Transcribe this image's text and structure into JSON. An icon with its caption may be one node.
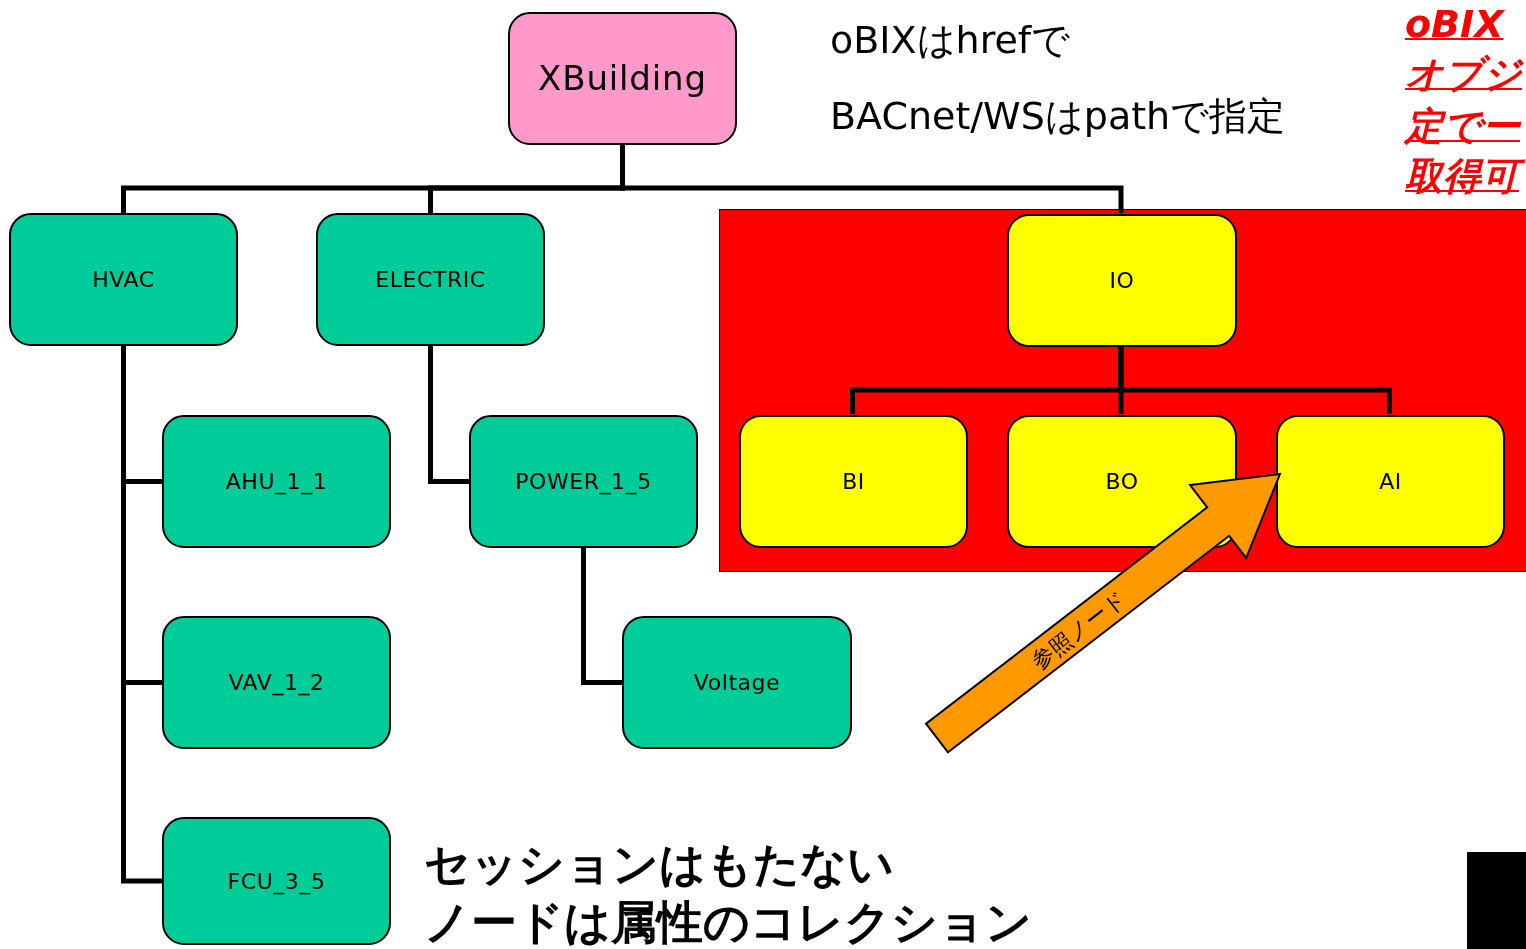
{
  "diagram": {
    "nodes": [
      {
        "text": [
          "XBuilding"
        ]
      },
      {
        "text": [
          "HVAC"
        ]
      },
      {
        "text": [
          "ELECTRIC"
        ]
      },
      {
        "text": [],
        "shape": "box"
      },
      {
        "text": [
          "IO"
        ],
        "in": 3
      },
      {
        "text": [
          "AHU_1_1"
        ]
      },
      {
        "text": [
          "POWER_1_5"
        ]
      },
      {
        "text": [
          "BI"
        ],
        "in": 3
      },
      {
        "text": [
          "BO"
        ],
        "in": 3
      },
      {
        "text": [
          "AI"
        ],
        "in": 3
      },
      {
        "text": [
          "VAV_1_2"
        ]
      },
      {
        "text": [
          "Voltage"
        ]
      },
      {
        "text": [
          "FCU_3_5"
        ]
      }
    ],
    "edges": [
      {
        "from": 0,
        "to": 1,
        "arrow": "none"
      },
      {
        "from": 0,
        "to": 2,
        "arrow": "none"
      },
      {
        "from": 0,
        "to": 4,
        "arrow": "none"
      },
      {
        "from": 1,
        "to": 5,
        "arrow": "none"
      },
      {
        "from": 1,
        "to": 10,
        "arrow": "none"
      },
      {
        "from": 1,
        "to": 12,
        "arrow": "none"
      },
      {
        "from": 2,
        "to": 6,
        "arrow": "none"
      },
      {
        "from": 6,
        "to": 11,
        "arrow": "none"
      },
      {
        "from": 4,
        "to": 7,
        "arrow": "none"
      },
      {
        "from": 4,
        "to": 8,
        "arrow": "none"
      },
      {
        "from": 4,
        "to": 9,
        "arrow": "none"
      },
      {
        "from": null,
        "to": 9,
        "arrow": "to",
        "label": "参照ノード",
        "style": "thick",
        "color": "#ff9900"
      }
    ],
    "labels": [
      "oBIXはhrefで",
      "BACnet/WSはpathで指定",
      "oBIX",
      "オブジ",
      "定でー",
      "取得可",
      "セッションはもたない",
      "ノードは属性のコレクション"
    ]
  }
}
